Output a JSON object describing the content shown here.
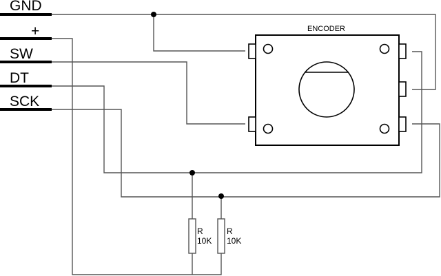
{
  "diagram": {
    "type": "schematic",
    "connector_pins": [
      {
        "id": "gnd",
        "label": "GND"
      },
      {
        "id": "vcc",
        "label": "+"
      },
      {
        "id": "sw",
        "label": "SW"
      },
      {
        "id": "dt",
        "label": "DT"
      },
      {
        "id": "sck",
        "label": "SCK"
      }
    ],
    "encoder": {
      "label": "ENCODER",
      "left_pins": [
        "gnd",
        "sw"
      ],
      "right_pins": [
        "dt",
        "gnd",
        "sck"
      ]
    },
    "resistors": [
      {
        "id": "r1",
        "name": "R",
        "value": "10K",
        "net": "dt"
      },
      {
        "id": "r2",
        "name": "R",
        "value": "10K",
        "net": "sck"
      }
    ],
    "connections": [
      "GND -> encoder left-top pin",
      "GND -> encoder right-middle pin",
      "SW -> encoder left-bottom pin",
      "DT -> encoder right-top pin (with pull-up R 10K to +)",
      "SCK -> encoder right-bottom pin (with pull-up R 10K to +)",
      "+ -> both resistors"
    ],
    "colors": {
      "wire": "#555555",
      "component": "#000000",
      "background": "#ffffff"
    }
  }
}
